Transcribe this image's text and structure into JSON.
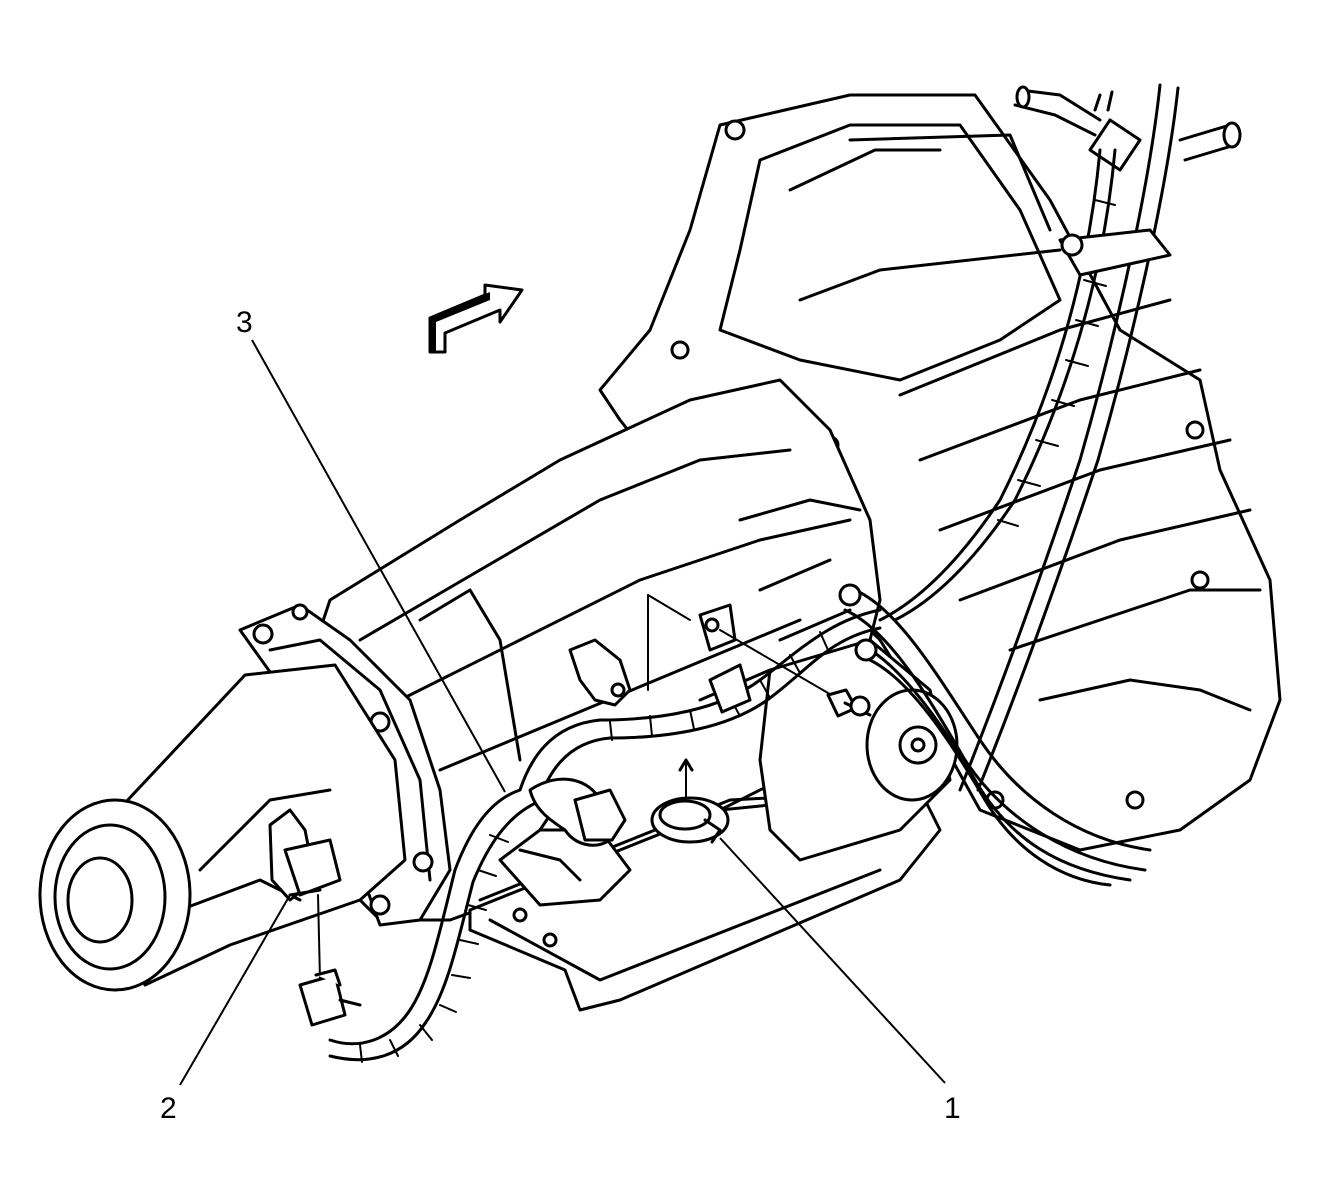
{
  "figure": {
    "callouts": [
      {
        "id": "1",
        "label": "1"
      },
      {
        "id": "2",
        "label": "2"
      },
      {
        "id": "3",
        "label": "3"
      }
    ],
    "icons": {
      "direction_arrow": "front-direction-arrow-icon",
      "fastener": "bolt-icon"
    },
    "colors": {
      "line": "#000000",
      "background": "#ffffff"
    }
  }
}
